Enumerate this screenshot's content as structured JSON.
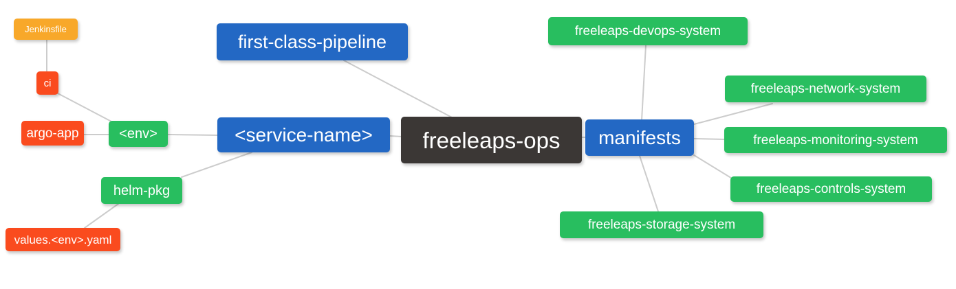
{
  "diagram": {
    "type": "mindmap",
    "background_color": "#ffffff",
    "edge_color": "#cccccc",
    "palette": {
      "blue": "#2368c4",
      "green": "#28be5f",
      "red_orange": "#fa4b1e",
      "amber": "#f8a82a",
      "dark": "#3b3735",
      "node_text": "#ffffff"
    },
    "nodes": [
      {
        "id": "jenkinsfile",
        "label": "Jenkinsfile",
        "color": "amber"
      },
      {
        "id": "ci",
        "label": "ci",
        "color": "red_orange"
      },
      {
        "id": "argo-app",
        "label": "argo-app",
        "color": "red_orange"
      },
      {
        "id": "env",
        "label": "<env>",
        "color": "green"
      },
      {
        "id": "helm-pkg",
        "label": "helm-pkg",
        "color": "green"
      },
      {
        "id": "values-env-yaml",
        "label": "values.<env>.yaml",
        "color": "red_orange"
      },
      {
        "id": "first-class-pipeline",
        "label": "first-class-pipeline",
        "color": "blue"
      },
      {
        "id": "service-name",
        "label": "<service-name>",
        "color": "blue"
      },
      {
        "id": "freeleaps-ops",
        "label": "freeleaps-ops",
        "color": "dark"
      },
      {
        "id": "manifests",
        "label": "manifests",
        "color": "blue"
      },
      {
        "id": "freeleaps-devops-system",
        "label": "freeleaps-devops-system",
        "color": "green"
      },
      {
        "id": "freeleaps-network-system",
        "label": "freeleaps-network-system",
        "color": "green"
      },
      {
        "id": "freeleaps-monitoring-system",
        "label": "freeleaps-monitoring-system",
        "color": "green"
      },
      {
        "id": "freeleaps-controls-system",
        "label": "freeleaps-controls-system",
        "color": "green"
      },
      {
        "id": "freeleaps-storage-system",
        "label": "freeleaps-storage-system",
        "color": "green"
      }
    ],
    "edges": [
      [
        "jenkinsfile",
        "ci"
      ],
      [
        "ci",
        "env"
      ],
      [
        "argo-app",
        "env"
      ],
      [
        "env",
        "service-name"
      ],
      [
        "service-name",
        "helm-pkg"
      ],
      [
        "helm-pkg",
        "values-env-yaml"
      ],
      [
        "first-class-pipeline",
        "freeleaps-ops"
      ],
      [
        "service-name",
        "freeleaps-ops"
      ],
      [
        "freeleaps-ops",
        "manifests"
      ],
      [
        "manifests",
        "freeleaps-devops-system"
      ],
      [
        "manifests",
        "freeleaps-network-system"
      ],
      [
        "manifests",
        "freeleaps-monitoring-system"
      ],
      [
        "manifests",
        "freeleaps-controls-system"
      ],
      [
        "manifests",
        "freeleaps-storage-system"
      ]
    ]
  }
}
